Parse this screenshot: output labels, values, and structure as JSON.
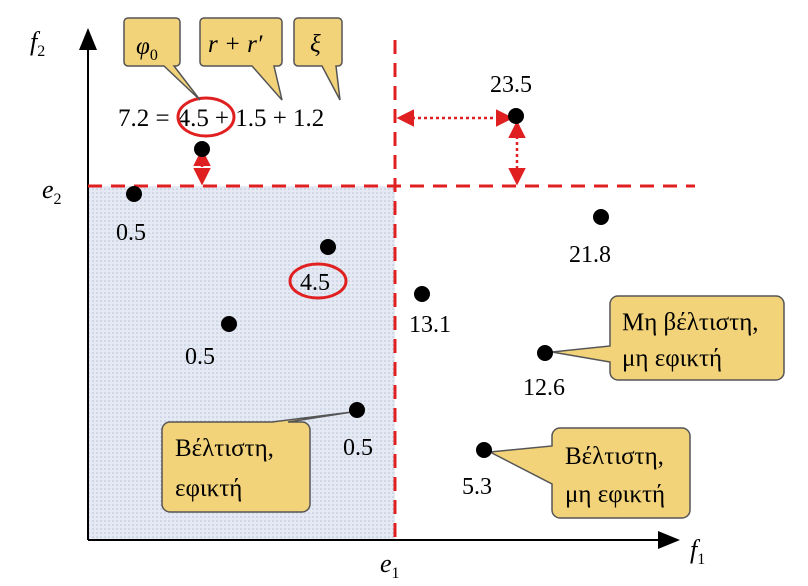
{
  "axes": {
    "x_label": "f",
    "x_sub": "1",
    "y_label": "f",
    "y_sub": "2",
    "threshold_x_label": "e",
    "threshold_x_sub": "1",
    "threshold_y_label": "e",
    "threshold_y_sub": "2"
  },
  "equation": {
    "total": "7.2 =",
    "phi0": "4.5",
    "rest": "+ 1.5 + 1.2"
  },
  "callouts": {
    "phi0": {
      "symbol": "φ",
      "sub": "0"
    },
    "rr": {
      "text": "r + r′"
    },
    "xi": {
      "text": "ξ"
    },
    "optimal_feasible": {
      "line1": "Βέλτιστη,",
      "line2": "εφικτή"
    },
    "optimal_infeasible": {
      "line1": "Βέλτιστη,",
      "line2": "μη εφικτή"
    },
    "nonoptimal_infeasible": {
      "line1": "Μη βέλτιστη,",
      "line2": "μη εφικτή"
    }
  },
  "points": [
    {
      "id": "p-top-left",
      "label": ""
    },
    {
      "id": "p-edge",
      "label": "0.5"
    },
    {
      "id": "p-circled",
      "label": "4.5"
    },
    {
      "id": "p-mid-left",
      "label": "0.5"
    },
    {
      "id": "p-low-left",
      "label": "0.5"
    },
    {
      "id": "p-top-right",
      "label": "23.5"
    },
    {
      "id": "p-upper-right",
      "label": "21.8"
    },
    {
      "id": "p-center",
      "label": "13.1"
    },
    {
      "id": "p-right",
      "label": "12.6"
    },
    {
      "id": "p-bottom-right",
      "label": "5.3"
    }
  ],
  "colors": {
    "threshold_line": "#e02020",
    "arrow": "#e02020",
    "callout_fill": "#f2d37a",
    "callout_stroke": "#555555",
    "feasible_region": "#d9e1ef",
    "highlight_circle": "#e02020"
  }
}
